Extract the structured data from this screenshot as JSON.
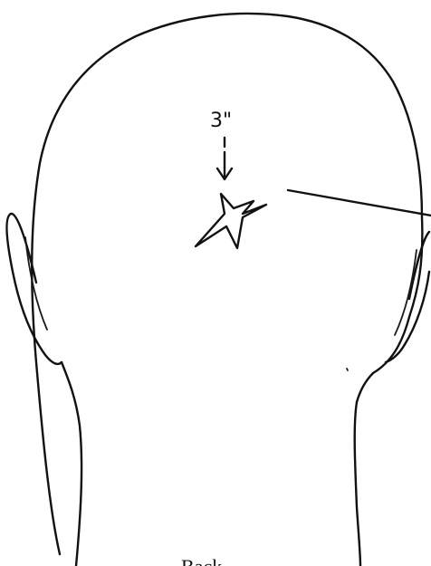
{
  "figure": {
    "measurement_label": "3\"",
    "view_caption": "Back",
    "ink_color": "#111111",
    "background_color": "#ffffff",
    "icons": {
      "wound_marker": "star-shaped-wound-icon",
      "measurement_arrow": "down-arrow-icon",
      "leader_line": "leader-line"
    }
  }
}
